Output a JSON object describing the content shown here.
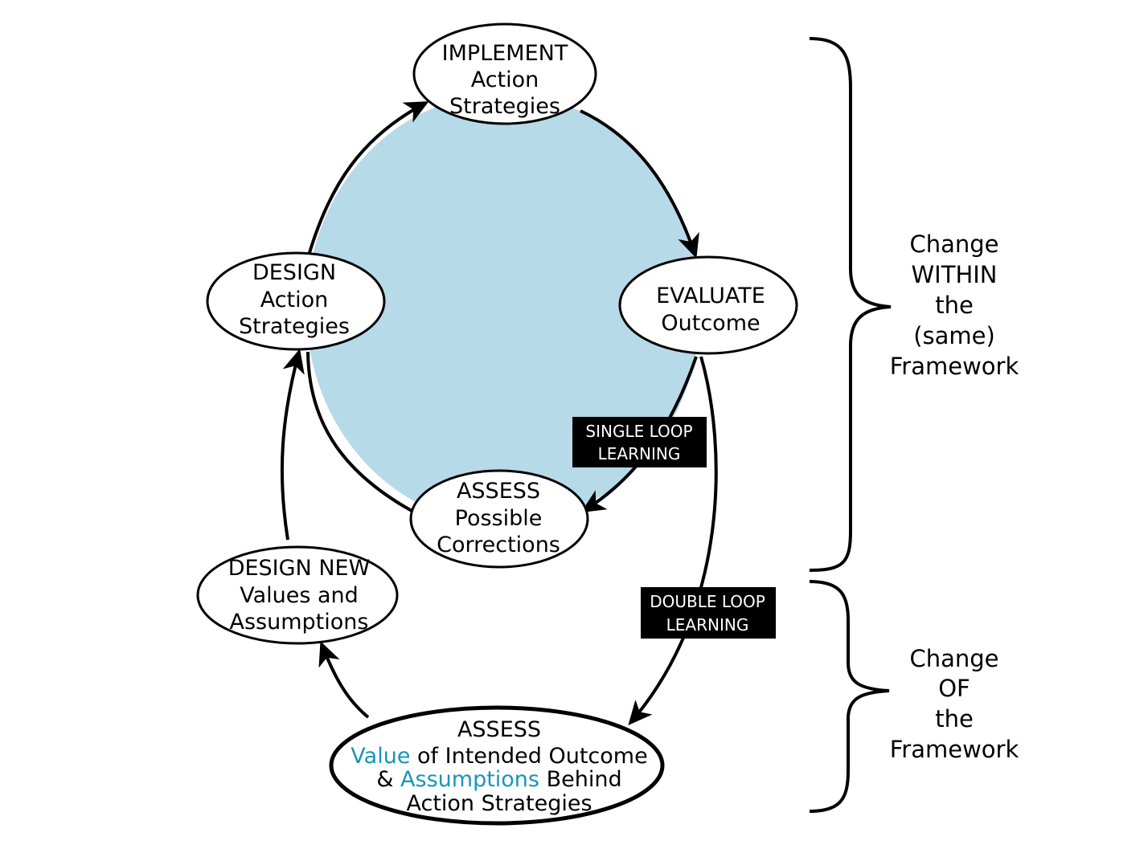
{
  "nodes": {
    "implement": {
      "line1": "IMPLEMENT",
      "line2": "Action",
      "line3": "Strategies"
    },
    "evaluate": {
      "line1": "EVALUATE",
      "line2": "Outcome"
    },
    "design": {
      "line1": "DESIGN",
      "line2": "Action",
      "line3": "Strategies"
    },
    "assess_corrections": {
      "line1": "ASSESS",
      "line2": "Possible",
      "line3": "Corrections"
    },
    "design_new": {
      "line1": "DESIGN NEW",
      "line2": "Values and",
      "line3": "Assumptions"
    },
    "assess_value": {
      "line1": "ASSESS",
      "line2_accent": "Value",
      "line2_rest": " of Intended Outcome",
      "line3_prefix": "& ",
      "line3_accent": "Assumptions",
      "line3_rest": " Behind",
      "line4": "Action Strategies"
    }
  },
  "tags": {
    "single_loop": {
      "line1": "SINGLE LOOP",
      "line2": "LEARNING"
    },
    "double_loop": {
      "line1": "DOUBLE LOOP",
      "line2": "LEARNING"
    }
  },
  "side_labels": {
    "within": {
      "line1": "Change",
      "line2": "WITHIN",
      "line3": "the",
      "line4": "(same)",
      "line5": "Framework"
    },
    "of": {
      "line1": "Change",
      "line2": "OF",
      "line3": "the",
      "line4": "Framework"
    }
  },
  "colors": {
    "loop_fill": "#b7dae8",
    "accent_text": "#1796b8",
    "tag_bg": "#000000",
    "stroke": "#000000"
  }
}
